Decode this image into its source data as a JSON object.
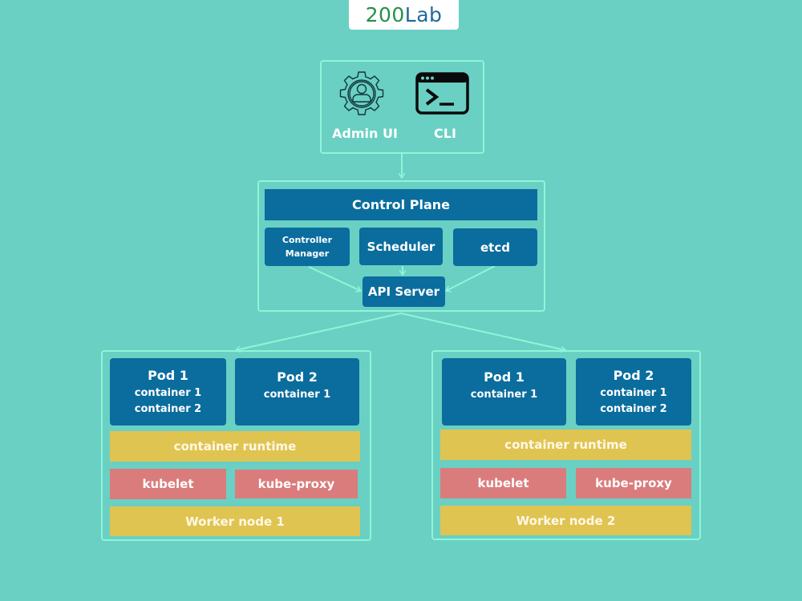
{
  "brand": {
    "logo_part1": "200",
    "logo_part2": "Lab",
    "colors": {
      "logo_green": "#24904a",
      "logo_blue": "#1f6a9c"
    }
  },
  "clients": {
    "items": [
      {
        "label": "Admin UI",
        "icon": "gear-user-icon"
      },
      {
        "label": "CLI",
        "icon": "terminal-icon"
      }
    ]
  },
  "control_plane": {
    "title": "Control Plane",
    "components": [
      {
        "label_line1": "Controller",
        "label_line2": "Manager"
      },
      {
        "label": "Scheduler"
      },
      {
        "label": "etcd"
      }
    ],
    "api_server": "API Server"
  },
  "workers": [
    {
      "pods": [
        {
          "title": "Pod 1",
          "containers": [
            "container 1",
            "container 2"
          ]
        },
        {
          "title": "Pod 2",
          "containers": [
            "container 1"
          ]
        }
      ],
      "runtime": "container runtime",
      "kubelet": "kubelet",
      "proxy": "kube-proxy",
      "name": "Worker node 1"
    },
    {
      "pods": [
        {
          "title": "Pod 1",
          "containers": [
            "container 1"
          ]
        },
        {
          "title": "Pod 2",
          "containers": [
            "container 1",
            "container 2"
          ]
        }
      ],
      "runtime": "container runtime",
      "kubelet": "kubelet",
      "proxy": "kube-proxy",
      "name": "Worker node 2"
    }
  ],
  "colors": {
    "background": "#6ad0c3",
    "frame": "#8ff5d8",
    "component_blue": "#0a6d9e",
    "runtime_yellow": "#dfc451",
    "agent_red": "#da7c7c"
  }
}
